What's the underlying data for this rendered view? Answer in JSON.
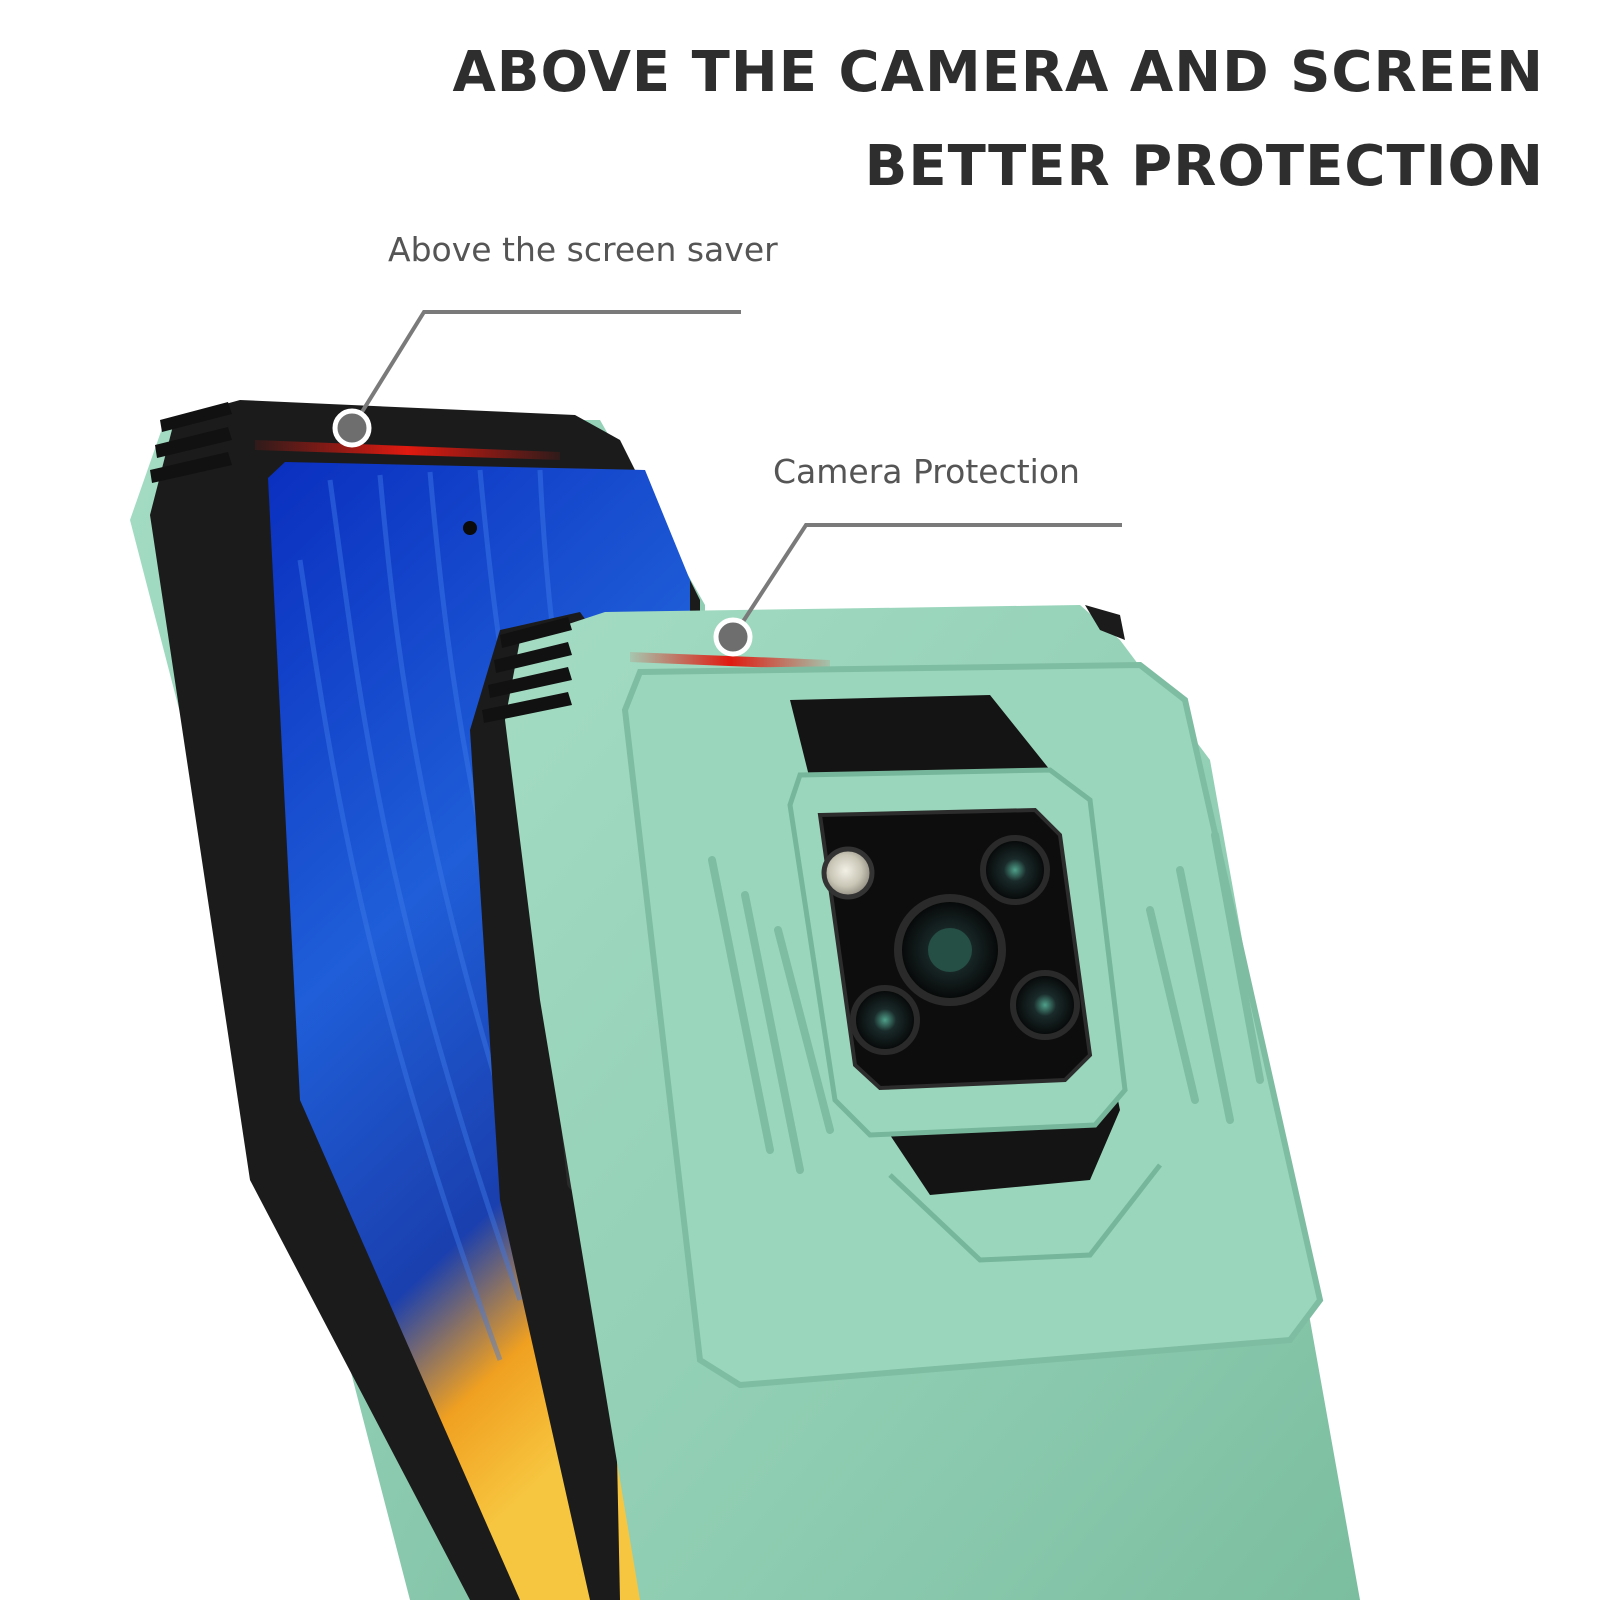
{
  "headline": {
    "line1": "ABOVE THE CAMERA AND SCREEN",
    "line2": "BETTER PROTECTION"
  },
  "callouts": {
    "screen_saver": "Above the screen saver",
    "camera_protection": "Camera Protection"
  },
  "colors": {
    "case_green": "#8fcdb2",
    "bumper_black": "#1b1b1b",
    "highlight_red": "#e01a10",
    "leader_gray": "#7a7a7a",
    "text_dark": "#2e2e2e"
  }
}
